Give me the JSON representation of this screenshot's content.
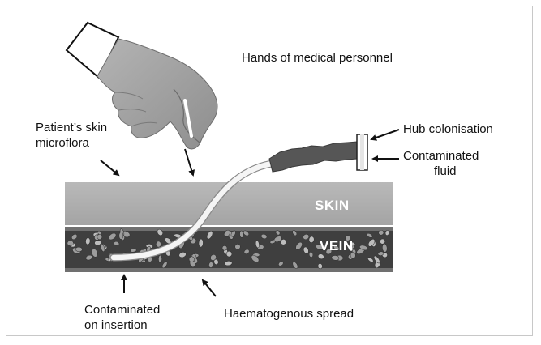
{
  "labels": {
    "hands": "Hands of medical personnel",
    "skin_microflora_line1": "Patient’s skin",
    "skin_microflora_line2": "microflora",
    "hub": "Hub colonisation",
    "fluid_line1": "Contaminated",
    "fluid_line2": "fluid",
    "skin": "SKIN",
    "vein": "VEIN",
    "insertion_line1": "Contaminated",
    "insertion_line2": "on insertion",
    "haematogenous": "Haematogenous spread"
  },
  "colors": {
    "skin_band": "#aeaeae",
    "vein_band": "#4a4a4a",
    "blood_cell": "#a9a9a9",
    "glove": "#a0a0a0",
    "catheter": "#f4f4f4",
    "hub": "#555555",
    "arrow": "#111111",
    "frame": "#c8c8c8"
  }
}
